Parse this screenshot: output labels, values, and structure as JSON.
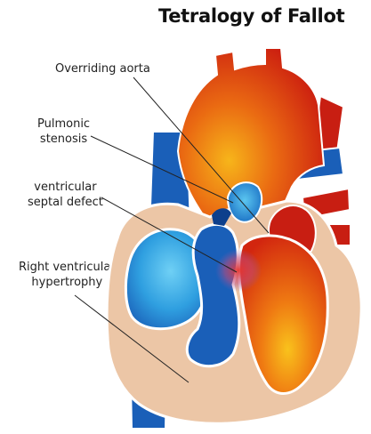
{
  "title": "Tetralogy of Fallot",
  "labels": {
    "overriding_aorta": "Overriding aorta",
    "pulmonic_stenosis_1": "Pulmonic",
    "pulmonic_stenosis_2": "stenosis",
    "vsd_1": "ventricular",
    "vsd_2": "septal defect",
    "rvh_1": "Right ventricular",
    "rvh_2": "hypertrophy"
  },
  "colors": {
    "deoxygenated_blue": "#1a5fb8",
    "oxygenated_red": "#d42a0f",
    "oxygenated_orange": "#f08a10",
    "myocardium_tan": "#ecc6a6",
    "chamber_light_blue": "#48b7ea",
    "outline_white": "#ffffff"
  }
}
